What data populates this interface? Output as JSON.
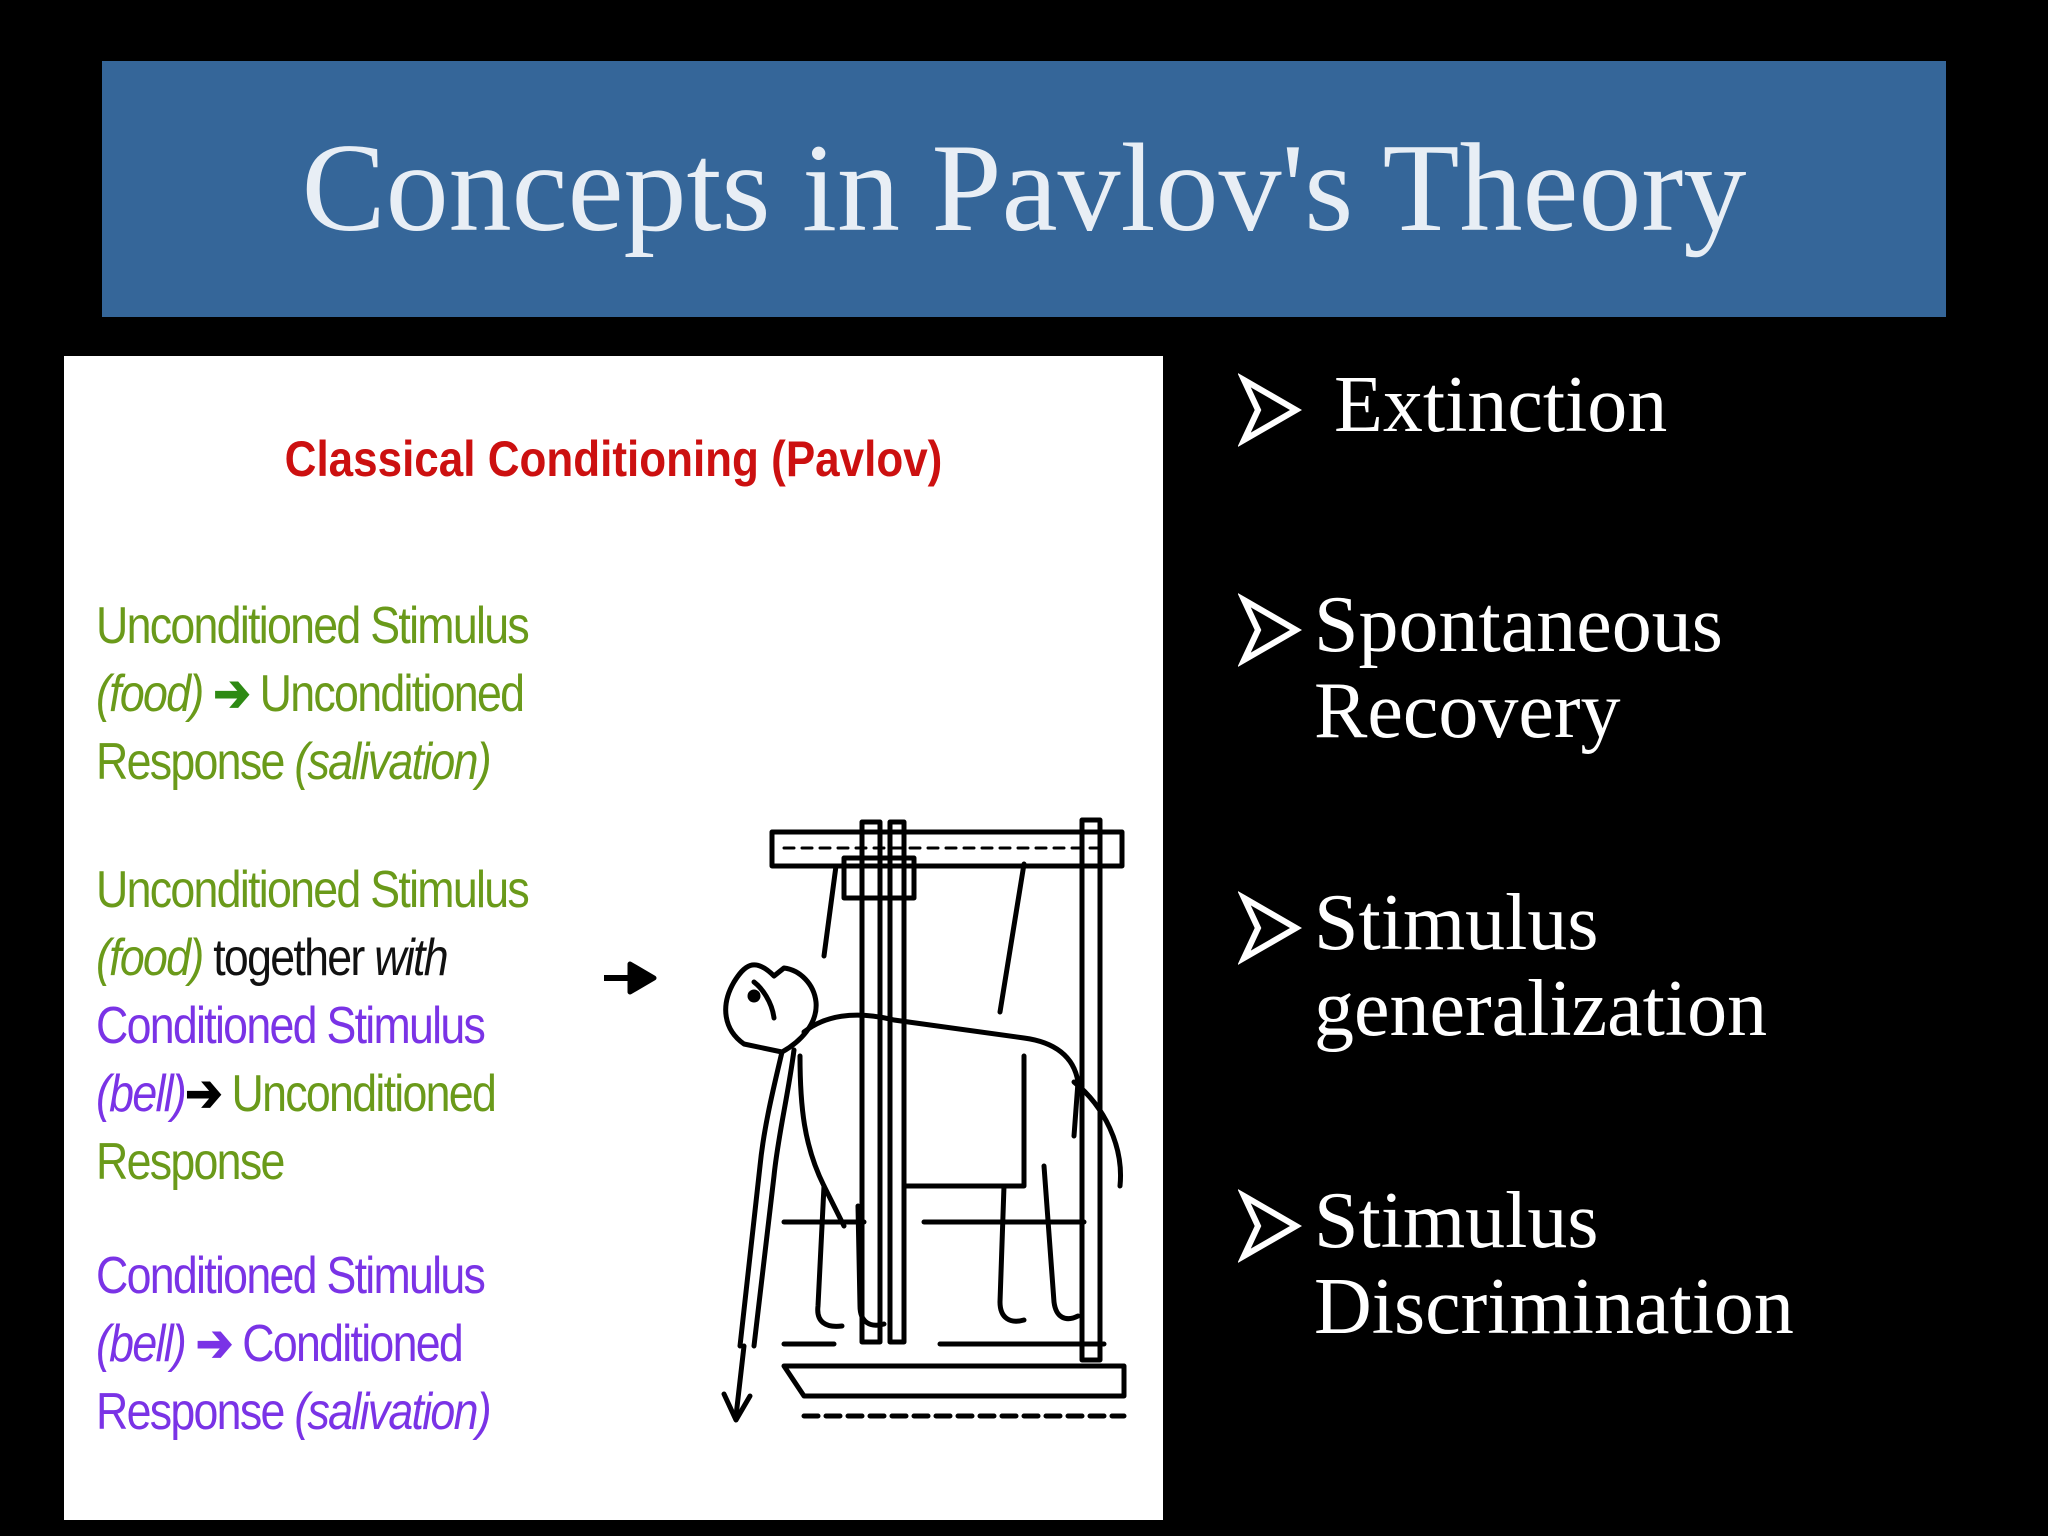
{
  "slide": {
    "title": "Concepts in Pavlov's Theory"
  },
  "figure": {
    "heading": "Classical Conditioning (Pavlov)",
    "block1": {
      "line1": "Unconditioned Stimulus",
      "food": "(food)",
      "arrow": "➔",
      "uncond": "Unconditioned",
      "response": "Response",
      "salivation": "(salivation)"
    },
    "block2": {
      "line1": "Unconditioned Stimulus",
      "food": "(food)",
      "together": "together",
      "with": "with",
      "cond_stim": "Conditioned Stimulus",
      "bell": "(bell)",
      "arrow": "➔",
      "uncond": "Unconditioned",
      "response": "Response"
    },
    "block3": {
      "cond_stim": "Conditioned Stimulus",
      "bell": "(bell)",
      "arrow": "➔",
      "cond": "Conditioned",
      "response": "Response",
      "salivation": "(salivation)"
    }
  },
  "bullets": [
    {
      "label": "Extinction"
    },
    {
      "label": "Spontaneous\nRecovery"
    },
    {
      "label": "Stimulus\ngeneralization"
    },
    {
      "label": "Stimulus\nDiscrimination"
    }
  ],
  "colors": {
    "title_bar": "#356699",
    "title_text": "#e8eef5",
    "heading_red": "#cc1010",
    "unconditioned_green": "#6a9a1a",
    "conditioned_purple": "#7a33e6"
  }
}
